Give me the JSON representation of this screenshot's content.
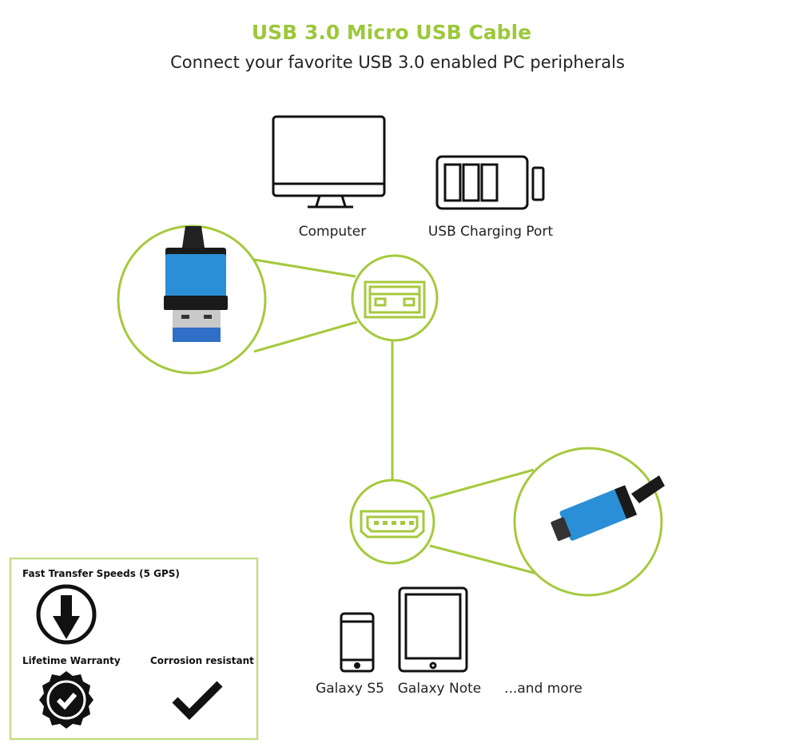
{
  "header": {
    "title": "USB 3.0 Micro USB Cable",
    "subtitle": "Connect your favorite USB 3.0 enabled PC peripherals"
  },
  "hosts": [
    {
      "label": "Computer",
      "icon": "monitor-icon"
    },
    {
      "label": "USB Charging Port",
      "icon": "battery-icon"
    }
  ],
  "devices": [
    {
      "label": "Galaxy S5",
      "icon": "phone-icon"
    },
    {
      "label": "Galaxy Note",
      "icon": "tablet-icon"
    },
    {
      "label": "...and more"
    }
  ],
  "features": [
    {
      "label": "Fast Transfer Speeds (5 GPS)",
      "icon": "download-arrow-icon"
    },
    {
      "label": "Lifetime Warranty",
      "icon": "badge-check-icon"
    },
    {
      "label": "Corrosion resistant",
      "icon": "checkmark-icon"
    }
  ],
  "colors": {
    "accent": "#a5c93c",
    "connector_blue": "#2a8fd6"
  }
}
